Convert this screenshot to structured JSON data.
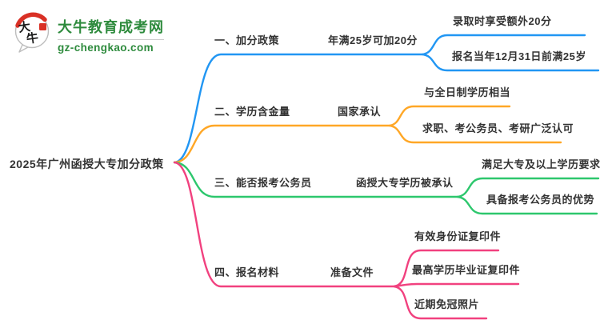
{
  "logo": {
    "title": "大牛教育成考网",
    "domain": "gz-chengkao.com",
    "icon_char_1": "大",
    "icon_char_2": "牛",
    "brand_color": "#2e8b3d",
    "seal_color": "#d93025"
  },
  "root": {
    "label": "2025年广州函授大专加分政策"
  },
  "text_color": "#333333",
  "branches": [
    {
      "label": "一、加分政策",
      "sublabel": "年满25岁可加20分",
      "color": "#2196f3",
      "children": [
        "录取时享受额外20分",
        "报名当年12月31日前满25岁"
      ]
    },
    {
      "label": "二、学历含金量",
      "sublabel": "国家承认",
      "color": "#ffa726",
      "children": [
        "与全日制学历相当",
        "求职、考公务员、考研广泛认可"
      ]
    },
    {
      "label": "三、能否报考公务员",
      "sublabel": "函授大专学历被承认",
      "color": "#2dc76d",
      "children": [
        "满足大专及以上学历要求",
        "具备报考公务员的优势"
      ]
    },
    {
      "label": "四、报名材料",
      "sublabel": "准备文件",
      "color": "#f1417f",
      "children": [
        "有效身份证复印件",
        "最高学历毕业证复印件",
        "近期免冠照片"
      ]
    }
  ]
}
